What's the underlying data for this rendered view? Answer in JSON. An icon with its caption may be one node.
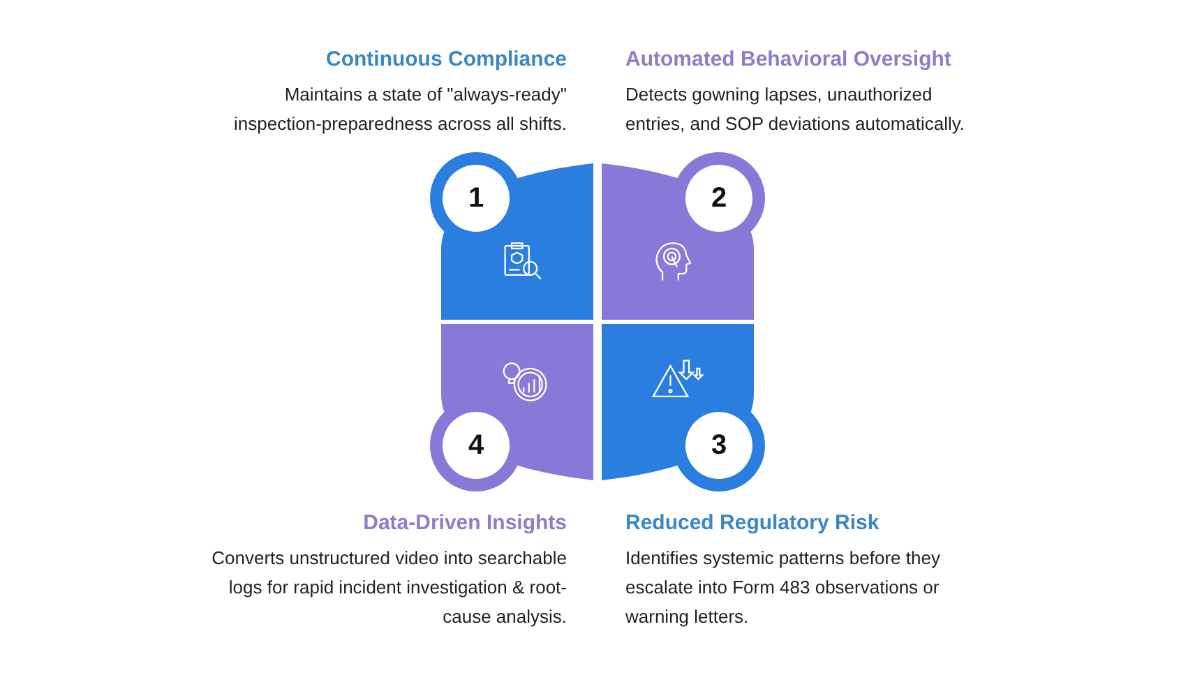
{
  "diagram": {
    "nodes": [
      {
        "text": [
          "1"
        ],
        "beside": [
          "Continuous Compliance",
          "Maintains a state of \"always-ready\" inspection-preparedness across all shifts."
        ]
      },
      {
        "text": [
          "2"
        ],
        "beside": [
          "Automated Behavioral Oversight",
          "Detects gowning lapses, unauthorized entries, and SOP deviations automatically."
        ]
      },
      {
        "text": [
          "3"
        ],
        "beside": [
          "Reduced Regulatory Risk",
          "Identifies systemic patterns before they escalate into Form 483 observations or warning letters."
        ]
      },
      {
        "text": [
          "4"
        ],
        "beside": [
          "Data-Driven Insights",
          "Converts unstructured video into searchable logs for rapid incident investigation & root-cause analysis."
        ]
      }
    ]
  }
}
